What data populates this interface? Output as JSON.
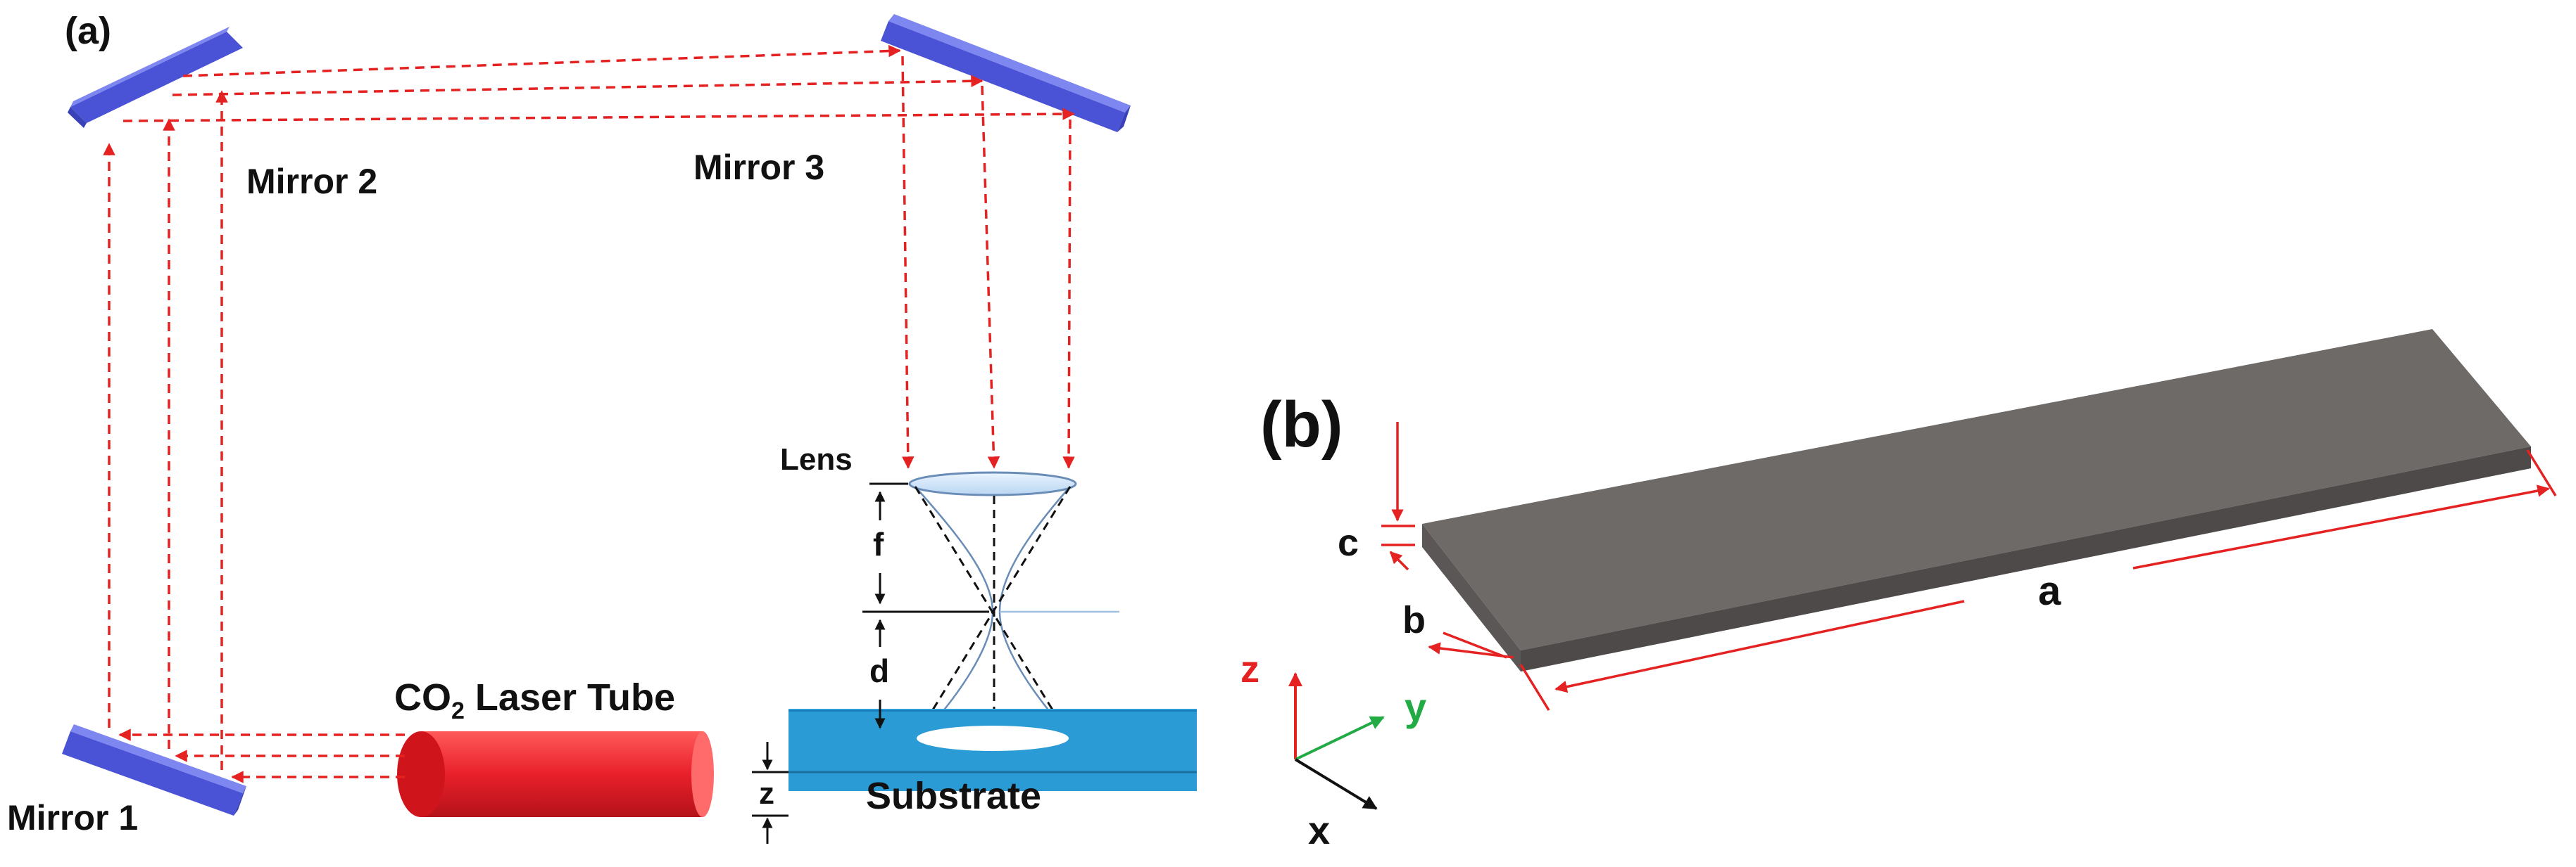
{
  "panel_a": {
    "tag": "(a)",
    "mirror1_label": "Mirror 1",
    "mirror2_label": "Mirror 2",
    "mirror3_label": "Mirror 3",
    "lens_label": "Lens",
    "laser_label_main": "CO",
    "laser_label_sub": "2",
    "laser_label_rest": " Laser Tube",
    "substrate_label": "Substrate",
    "dim_f": "f",
    "dim_d": "d",
    "dim_z": "z"
  },
  "panel_b": {
    "tag": "(b)",
    "dim_a": "a",
    "dim_b": "b",
    "dim_c": "c",
    "axis_z": "z",
    "axis_y": "y",
    "axis_x": "x"
  },
  "colors": {
    "beam": "#e52222",
    "mirror": "#5a64e0",
    "laser_tube": "#e8202a",
    "substrate": "#2b9bd6",
    "block": "#6e6a68",
    "axis_z": "#e52222",
    "axis_y": "#22aa44",
    "axis_x": "#111111"
  }
}
